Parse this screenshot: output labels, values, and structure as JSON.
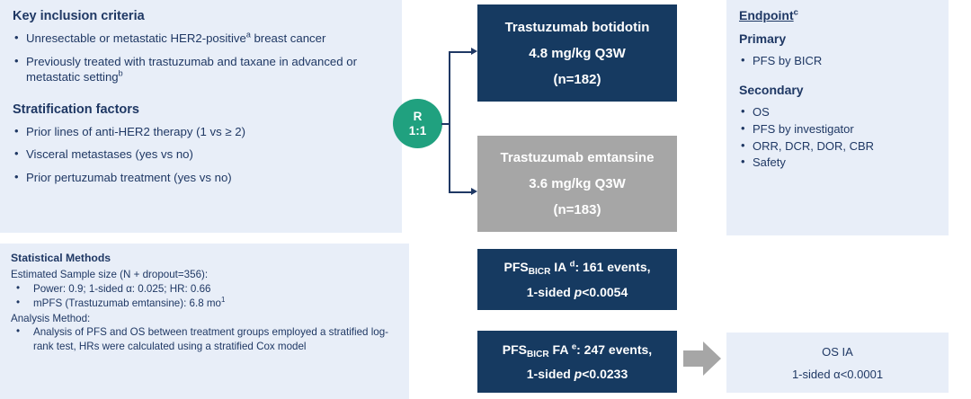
{
  "inclusion": {
    "title": "Key inclusion criteria",
    "criteria": [
      "Unresectable or metastatic HER2-positive<sup>a</sup> breast cancer",
      "Previously treated with trastuzumab and taxane in advanced or metastatic setting<sup>b</sup>"
    ],
    "strat_title": "Stratification factors",
    "strat_factors": [
      "Prior lines of anti-HER2 therapy (1 vs ≥ 2)",
      "Visceral metastases (yes vs no)",
      "Prior pertuzumab treatment (yes vs no)"
    ]
  },
  "stats": {
    "title": "Statistical Methods",
    "sample_size_line": "Estimated Sample size (N + dropout=356):",
    "sample_bullets": [
      "Power: 0.9; 1-sided α: 0.025; HR: 0.66",
      "mPFS (Trastuzumab emtansine): 6.8 mo<sup>1</sup>"
    ],
    "analysis_line": "Analysis Method:",
    "analysis_bullets": [
      "Analysis of PFS and OS between treatment groups employed a stratified log-rank test, HRs were calculated using a stratified Cox model"
    ]
  },
  "randomization": {
    "label": "R",
    "ratio": "1:1"
  },
  "arms": {
    "experimental": {
      "name": "Trastuzumab botidotin",
      "dose": "4.8 mg/kg  Q3W",
      "n": "(n=182)",
      "color": "#163a61"
    },
    "control": {
      "name": "Trastuzumab emtansine",
      "dose": "3.6 mg/kg  Q3W",
      "n": "(n=183)",
      "color": "#a6a6a6"
    }
  },
  "analyses": {
    "pfs_ia": {
      "line1": "PFS<sub>BICR</sub> IA <sup>d</sup>: 161 events,",
      "line2": "1-sided <span class=\"italic-p\">p</span>&lt;0.0054"
    },
    "pfs_fa": {
      "line1": "PFS<sub>BICR</sub> FA <sup>e</sup>: 247 events,",
      "line2": "1-sided <span class=\"italic-p\">p</span>&lt;0.0233"
    },
    "os_ia": {
      "line1": "OS IA",
      "line2": "1-sided α<0.0001"
    }
  },
  "endpoints": {
    "title": "Endpoint",
    "title_sup": "c",
    "primary_head": "Primary",
    "primary": [
      "PFS by BICR"
    ],
    "secondary_head": "Secondary",
    "secondary": [
      "OS",
      "PFS by investigator",
      "ORR, DCR, DOR, CBR",
      "Safety"
    ]
  },
  "colors": {
    "panel_bg": "#e8eef8",
    "navy": "#163a61",
    "gray": "#a6a6a6",
    "green": "#20a17f",
    "text_navy": "#1f3864"
  }
}
